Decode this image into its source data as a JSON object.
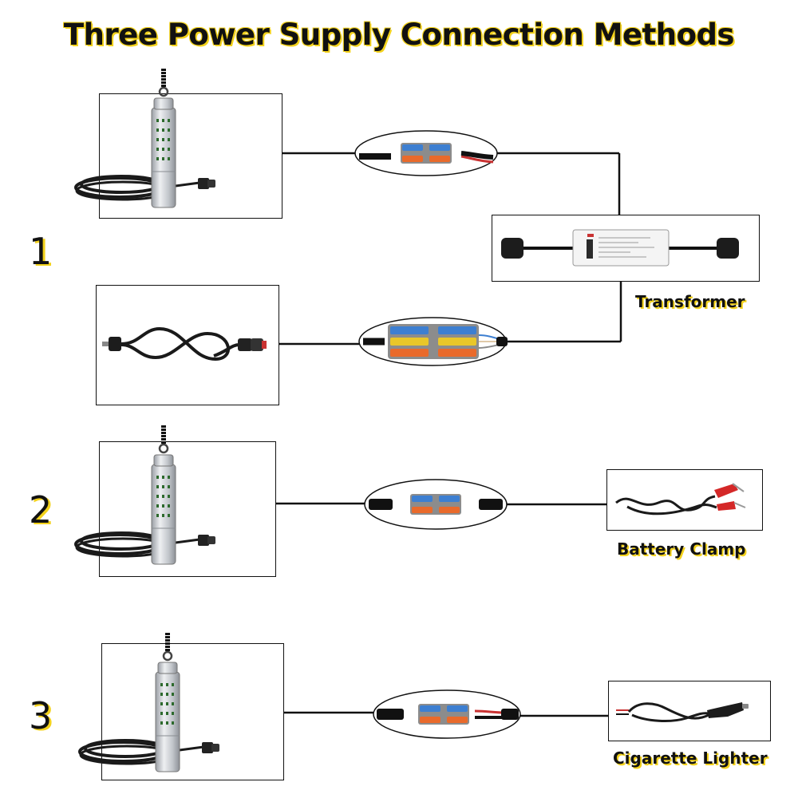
{
  "title": "Three Power Supply Connection Methods",
  "methods": [
    {
      "number": "1",
      "power_source": "Transformer"
    },
    {
      "number": "2",
      "power_source": "Battery Clamp"
    },
    {
      "number": "3",
      "power_source": "Cigarette Lighter"
    }
  ],
  "colors": {
    "highlight": "#f3d21c",
    "connector_blue": "#3d7fd1",
    "connector_orange": "#e96a2b",
    "connector_yellow": "#e9c72a",
    "lamp_silver": "#c9ccd1",
    "lamp_green": "#2d6a2d",
    "clamp_red": "#d42828"
  },
  "icons": [
    "underwater-lamp-icon",
    "wire-connector-icon",
    "power-plug-icon",
    "transformer-icon",
    "battery-clamp-icon",
    "cigarette-lighter-icon"
  ]
}
